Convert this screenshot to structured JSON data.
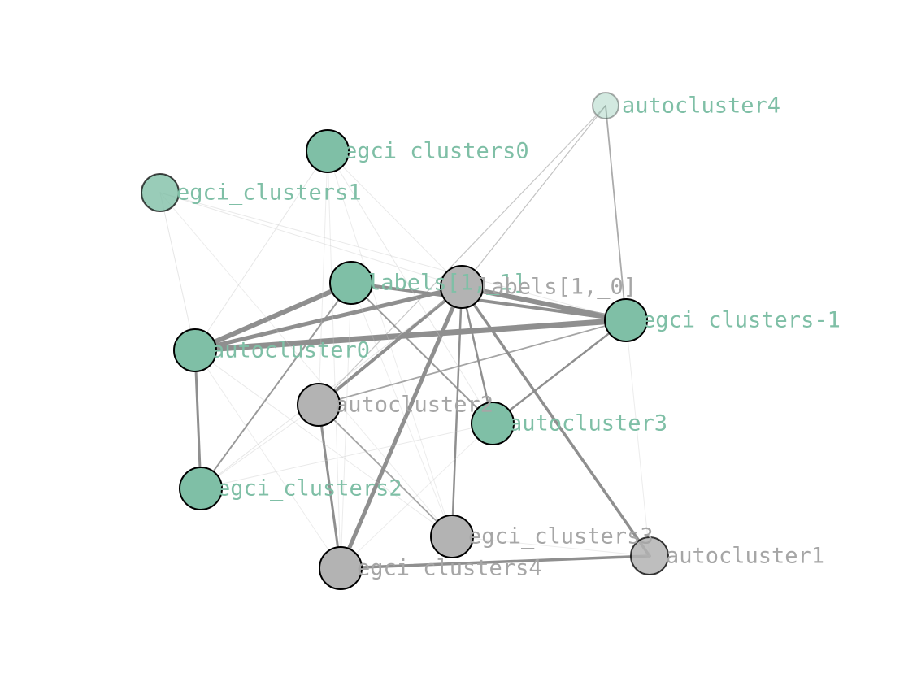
{
  "colors": {
    "teal": "#7fbfa6",
    "gray": "#b3b3b3",
    "edge": "#8f8f8f",
    "teal_label": "#7fbfa6",
    "gray_label": "#a6a6a6"
  },
  "nodes": [
    {
      "id": "autocluster4",
      "label": "autocluster4",
      "group": "teal",
      "opacity": 0.35
    },
    {
      "id": "egci_clusters0",
      "label": "egci_clusters0",
      "group": "teal",
      "opacity": 1
    },
    {
      "id": "egci_clusters1",
      "label": "egci_clusters1",
      "group": "teal",
      "opacity": 0.8
    },
    {
      "id": "labels_1_1",
      "label": "labels[1,_1]",
      "group": "teal",
      "opacity": 1
    },
    {
      "id": "labels_1_0",
      "label": "labels[1,_0]",
      "group": "gray",
      "opacity": 1
    },
    {
      "id": "egci_clusters-1",
      "label": "egci_clusters-1",
      "group": "teal",
      "opacity": 1
    },
    {
      "id": "autocluster0",
      "label": "autocluster0",
      "group": "teal",
      "opacity": 1
    },
    {
      "id": "autocluster2",
      "label": "autocluster2",
      "group": "gray",
      "opacity": 1
    },
    {
      "id": "autocluster3",
      "label": "autocluster3",
      "group": "teal",
      "opacity": 1
    },
    {
      "id": "egci_clusters2",
      "label": "egci_clusters2",
      "group": "teal",
      "opacity": 1
    },
    {
      "id": "egci_clusters3",
      "label": "egci_clusters3",
      "group": "gray",
      "opacity": 1
    },
    {
      "id": "egci_clusters4",
      "label": "egci_clusters4",
      "group": "gray",
      "opacity": 1
    },
    {
      "id": "autocluster1",
      "label": "autocluster1",
      "group": "gray",
      "opacity": 0.85
    }
  ],
  "edges": [
    {
      "from": "autocluster0",
      "to": "egci_clusters-1",
      "weight": 7,
      "opacity": 1
    },
    {
      "from": "labels_1_0",
      "to": "egci_clusters-1",
      "weight": 6,
      "opacity": 1
    },
    {
      "from": "autocluster0",
      "to": "labels_1_1",
      "weight": 6,
      "opacity": 1
    },
    {
      "from": "autocluster0",
      "to": "labels_1_0",
      "weight": 5,
      "opacity": 1
    },
    {
      "from": "labels_1_1",
      "to": "egci_clusters-1",
      "weight": 4,
      "opacity": 1
    },
    {
      "from": "labels_1_0",
      "to": "egci_clusters4",
      "weight": 5,
      "opacity": 1
    },
    {
      "from": "labels_1_0",
      "to": "autocluster2",
      "weight": 4,
      "opacity": 1
    },
    {
      "from": "labels_1_0",
      "to": "autocluster1",
      "weight": 3.5,
      "opacity": 1
    },
    {
      "from": "egci_clusters4",
      "to": "autocluster1",
      "weight": 3.5,
      "opacity": 1
    },
    {
      "from": "autocluster2",
      "to": "egci_clusters4",
      "weight": 3,
      "opacity": 1
    },
    {
      "from": "labels_1_0",
      "to": "egci_clusters3",
      "weight": 2.5,
      "opacity": 1
    },
    {
      "from": "labels_1_0",
      "to": "autocluster3",
      "weight": 2.5,
      "opacity": 1
    },
    {
      "from": "autocluster3",
      "to": "egci_clusters-1",
      "weight": 2.5,
      "opacity": 1
    },
    {
      "from": "autocluster0",
      "to": "egci_clusters2",
      "weight": 3,
      "opacity": 1
    },
    {
      "from": "labels_1_1",
      "to": "egci_clusters2",
      "weight": 2,
      "opacity": 0.9
    },
    {
      "from": "labels_1_1",
      "to": "autocluster3",
      "weight": 2,
      "opacity": 0.9
    },
    {
      "from": "autocluster2",
      "to": "egci_clusters-1",
      "weight": 1.8,
      "opacity": 0.8
    },
    {
      "from": "autocluster2",
      "to": "egci_clusters3",
      "weight": 1.8,
      "opacity": 0.8
    },
    {
      "from": "autocluster4",
      "to": "egci_clusters-1",
      "weight": 1.8,
      "opacity": 0.75
    },
    {
      "from": "autocluster4",
      "to": "labels_1_0",
      "weight": 1.2,
      "opacity": 0.55
    },
    {
      "from": "autocluster4",
      "to": "autocluster2",
      "weight": 1.2,
      "opacity": 0.5
    },
    {
      "from": "egci_clusters0",
      "to": "autocluster0",
      "weight": 1,
      "opacity": 0.45
    },
    {
      "from": "egci_clusters0",
      "to": "autocluster3",
      "weight": 1,
      "opacity": 0.4
    },
    {
      "from": "egci_clusters0",
      "to": "egci_clusters4",
      "weight": 1,
      "opacity": 0.35
    },
    {
      "from": "egci_clusters0",
      "to": "labels_1_0",
      "weight": 1,
      "opacity": 0.4
    },
    {
      "from": "egci_clusters0",
      "to": "autocluster2",
      "weight": 1,
      "opacity": 0.35
    },
    {
      "from": "egci_clusters0",
      "to": "egci_clusters3",
      "weight": 1,
      "opacity": 0.35
    },
    {
      "from": "egci_clusters1",
      "to": "autocluster0",
      "weight": 1,
      "opacity": 0.45
    },
    {
      "from": "egci_clusters1",
      "to": "egci_clusters-1",
      "weight": 1,
      "opacity": 0.4
    },
    {
      "from": "egci_clusters1",
      "to": "labels_1_0",
      "weight": 1,
      "opacity": 0.4
    },
    {
      "from": "egci_clusters1",
      "to": "egci_clusters3",
      "weight": 1,
      "opacity": 0.35
    },
    {
      "from": "autocluster0",
      "to": "egci_clusters3",
      "weight": 1,
      "opacity": 0.4
    },
    {
      "from": "autocluster0",
      "to": "egci_clusters4",
      "weight": 1,
      "opacity": 0.35
    },
    {
      "from": "egci_clusters2",
      "to": "labels_1_0",
      "weight": 1,
      "opacity": 0.45
    },
    {
      "from": "egci_clusters2",
      "to": "autocluster3",
      "weight": 1,
      "opacity": 0.4
    },
    {
      "from": "egci_clusters2",
      "to": "autocluster2",
      "weight": 1,
      "opacity": 0.4
    },
    {
      "from": "egci_clusters4",
      "to": "autocluster3",
      "weight": 1,
      "opacity": 0.35
    },
    {
      "from": "egci_clusters3",
      "to": "autocluster1",
      "weight": 1,
      "opacity": 0.35
    },
    {
      "from": "egci_clusters-1",
      "to": "autocluster1",
      "weight": 1,
      "opacity": 0.35
    },
    {
      "from": "labels_1_1",
      "to": "egci_clusters4",
      "weight": 1,
      "opacity": 0.35
    },
    {
      "from": "labels_1_1",
      "to": "egci_clusters3",
      "weight": 1,
      "opacity": 0.35
    }
  ]
}
